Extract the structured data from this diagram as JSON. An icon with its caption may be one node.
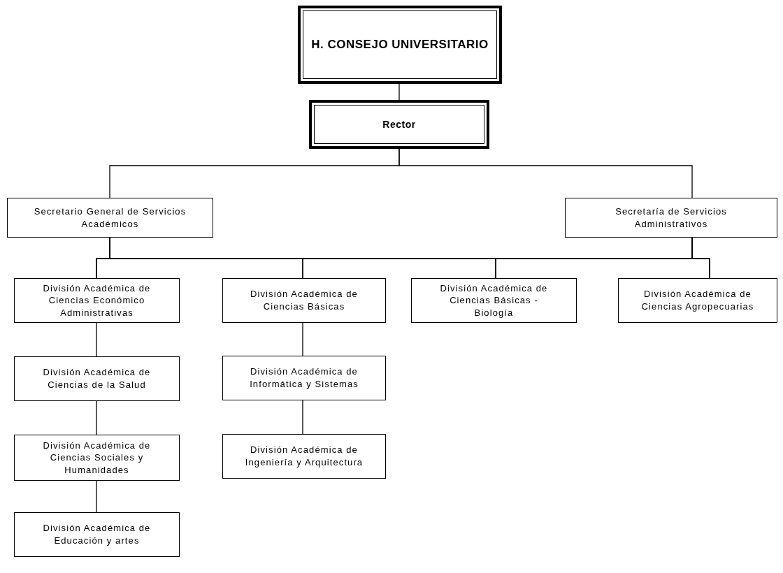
{
  "diagram": {
    "nodes": [
      {
        "text": [
          "H. CONSEJO UNIVERSITARIO"
        ]
      },
      {
        "text": [
          "Rector"
        ]
      },
      {
        "text": [
          "Secretario General de Servicios Académicos"
        ]
      },
      {
        "text": [
          "Secretaría de Servicios Administrativos"
        ]
      },
      {
        "text": [
          "División Académica de Ciencias Económico Administrativas"
        ]
      },
      {
        "text": [
          "División Académica de Ciencias de la Salud"
        ]
      },
      {
        "text": [
          "División Académica de Ciencias Sociales y Humanidades"
        ]
      },
      {
        "text": [
          "División Académica de Educación y artes"
        ]
      },
      {
        "text": [
          "División Académica de Ciencias Básicas"
        ]
      },
      {
        "text": [
          "División Académica de Informática y Sistemas"
        ]
      },
      {
        "text": [
          "División Académica de Ingeniería y Arquitectura"
        ]
      },
      {
        "text": [
          "División Académica de Ciencias Básicas - Biología"
        ]
      },
      {
        "text": [
          "División Académica de Ciencias Agropecuarias"
        ]
      }
    ],
    "edges": [
      {
        "from": 0,
        "to": 1,
        "arrow": "none"
      },
      {
        "from": 1,
        "to": 2,
        "arrow": "none"
      },
      {
        "from": 1,
        "to": 3,
        "arrow": "none"
      },
      {
        "from": 2,
        "to": 4,
        "arrow": "none"
      },
      {
        "from": 2,
        "to": 8,
        "arrow": "none"
      },
      {
        "from": 2,
        "to": 11,
        "arrow": "none"
      },
      {
        "from": 2,
        "to": 12,
        "arrow": "none"
      },
      {
        "from": 3,
        "to": 4,
        "arrow": "none"
      },
      {
        "from": 3,
        "to": 8,
        "arrow": "none"
      },
      {
        "from": 3,
        "to": 11,
        "arrow": "none"
      },
      {
        "from": 3,
        "to": 12,
        "arrow": "none"
      },
      {
        "from": 4,
        "to": 5,
        "arrow": "none"
      },
      {
        "from": 5,
        "to": 6,
        "arrow": "none"
      },
      {
        "from": 6,
        "to": 7,
        "arrow": "none"
      },
      {
        "from": 8,
        "to": 9,
        "arrow": "none"
      },
      {
        "from": 9,
        "to": 10,
        "arrow": "none"
      }
    ]
  }
}
